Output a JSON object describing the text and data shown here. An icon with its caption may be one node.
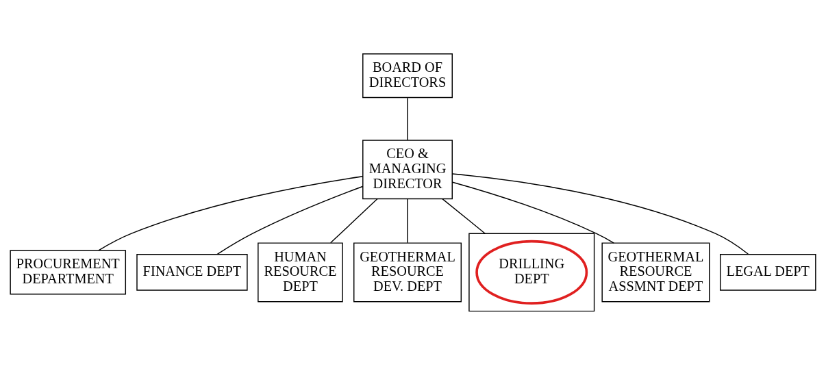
{
  "diagram": {
    "nodes": [
      {
        "text": [
          "BOARD OF DIRECTORS"
        ]
      },
      {
        "text": [
          "CEO & MANAGING DIRECTOR"
        ]
      },
      {
        "text": [
          "PROCUREMENT DEPARTMENT"
        ]
      },
      {
        "text": [
          "FINANCE DEPT"
        ]
      },
      {
        "text": [
          "HUMAN RESOURCE DEPT"
        ]
      },
      {
        "text": [
          "GEOTHERMAL RESOURCE DEV. DEPT"
        ]
      },
      {
        "text": [],
        "shape": "box"
      },
      {
        "text": [
          "DRILLING DEPT"
        ],
        "in": 6
      },
      {
        "text": [
          "GEOTHERMAL RESOURCE ASSMNT DEPT"
        ]
      },
      {
        "text": [
          "LEGAL DEPT"
        ]
      }
    ],
    "edges": [
      {
        "from": 0,
        "to": 1,
        "arrow": "none"
      },
      {
        "from": 1,
        "to": 2,
        "arrow": "none"
      },
      {
        "from": 1,
        "to": 3,
        "arrow": "none"
      },
      {
        "from": 1,
        "to": 4,
        "arrow": "none"
      },
      {
        "from": 1,
        "to": 5,
        "arrow": "none"
      },
      {
        "from": 1,
        "to": 6,
        "arrow": "none"
      },
      {
        "from": 1,
        "to": 8,
        "arrow": "none"
      },
      {
        "from": 1,
        "to": 9,
        "arrow": "none"
      }
    ]
  }
}
